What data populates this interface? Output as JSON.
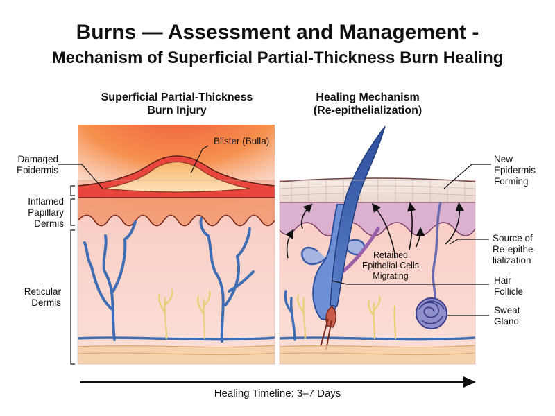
{
  "title": {
    "line1": "Burns — Assessment and Management -",
    "line2": "Mechanism of Superficial Partial-Thickness Burn Healing"
  },
  "left_panel": {
    "title_line1": "Superficial Partial-Thickness",
    "title_line2": "Burn Injury",
    "labels": {
      "blister": "Blister (Bulla)",
      "damaged_1": "Damaged",
      "damaged_2": "Epidermis",
      "inflamed_1": "Inflamed",
      "inflamed_2": "Papillary",
      "inflamed_3": "Dermis",
      "reticular_1": "Reticular",
      "reticular_2": "Dermis"
    }
  },
  "right_panel": {
    "title_line1": "Healing Mechanism",
    "title_line2": "(Re-epithelialization)",
    "labels": {
      "new_1": "New",
      "new_2": "Epidermis",
      "new_3": "Forming",
      "source_1": "Source of",
      "source_2": "Re-epithe-",
      "source_3": "lialization",
      "retained_1": "Retained",
      "retained_2": "Epithelial Cells",
      "retained_3": "Migrating",
      "hair_1": "Hair",
      "hair_2": "Follicle",
      "sweat_1": "Sweat",
      "sweat_2": "Gland"
    }
  },
  "timeline": {
    "label": "Healing Timeline: 3–7 Days"
  },
  "colors": {
    "burn_red": "#e8453c",
    "burn_orange": "#f6a04d",
    "dermis_pink": "#f8d3cc",
    "papillary_purple": "#dcb0cf",
    "vessel_blue": "#3e6db3",
    "nerve_yellow": "#e8cf72",
    "follicle_blue": "#3e5da8",
    "gland_purple": "#6b6cb0"
  }
}
